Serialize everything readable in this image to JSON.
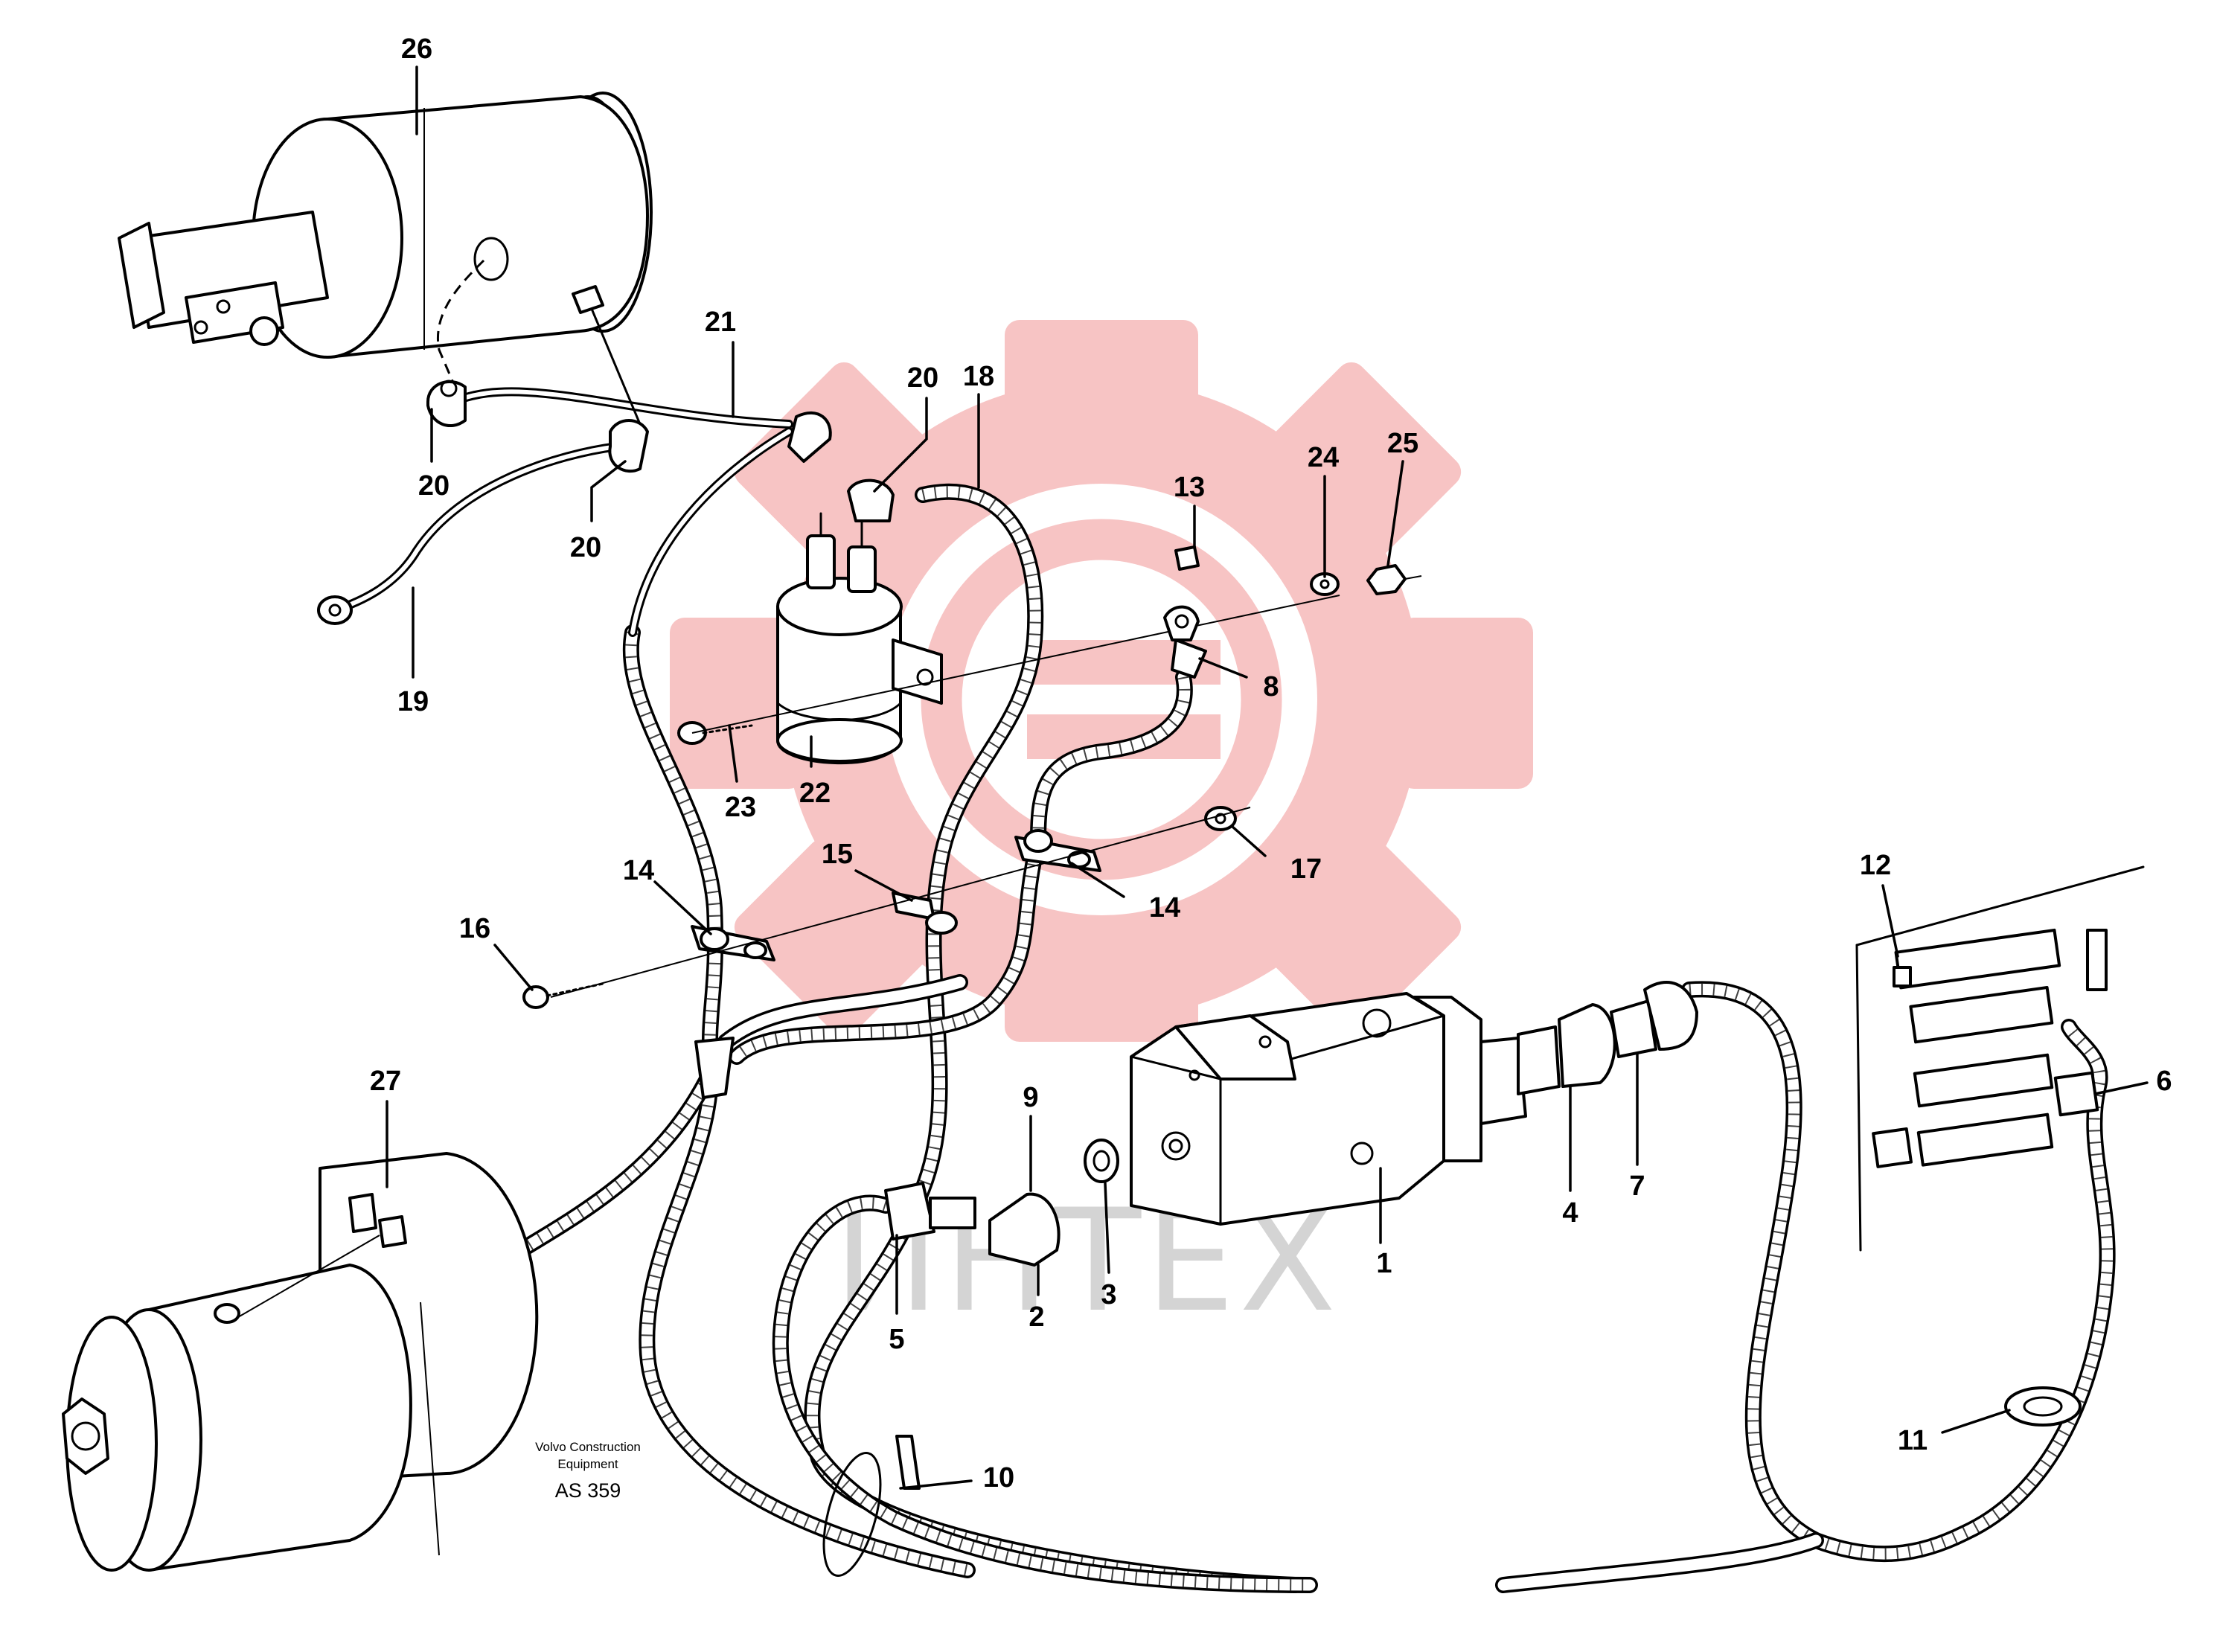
{
  "callouts": [
    {
      "id": "26",
      "text": "26"
    },
    {
      "id": "21",
      "text": "21"
    },
    {
      "id": "20a",
      "text": "20"
    },
    {
      "id": "18",
      "text": "18"
    },
    {
      "id": "20b",
      "text": "20"
    },
    {
      "id": "20c",
      "text": "20"
    },
    {
      "id": "13",
      "text": "13"
    },
    {
      "id": "24",
      "text": "24"
    },
    {
      "id": "25",
      "text": "25"
    },
    {
      "id": "19",
      "text": "19"
    },
    {
      "id": "8",
      "text": "8"
    },
    {
      "id": "23",
      "text": "23"
    },
    {
      "id": "22",
      "text": "22"
    },
    {
      "id": "17",
      "text": "17"
    },
    {
      "id": "15",
      "text": "15"
    },
    {
      "id": "14a",
      "text": "14"
    },
    {
      "id": "14b",
      "text": "14"
    },
    {
      "id": "16",
      "text": "16"
    },
    {
      "id": "12",
      "text": "12"
    },
    {
      "id": "27",
      "text": "27"
    },
    {
      "id": "9",
      "text": "9"
    },
    {
      "id": "6",
      "text": "6"
    },
    {
      "id": "4",
      "text": "4"
    },
    {
      "id": "7",
      "text": "7"
    },
    {
      "id": "1",
      "text": "1"
    },
    {
      "id": "5",
      "text": "5"
    },
    {
      "id": "2",
      "text": "2"
    },
    {
      "id": "3",
      "text": "3"
    },
    {
      "id": "10",
      "text": "10"
    },
    {
      "id": "11",
      "text": "11"
    }
  ],
  "caption": {
    "line1": "Volvo Construction",
    "line2": "Equipment",
    "code": "AS 359"
  },
  "watermark": {
    "text": "ИНТЕХ",
    "gear_color": "#f7c4c4",
    "text_color": "#d4d4d4"
  }
}
